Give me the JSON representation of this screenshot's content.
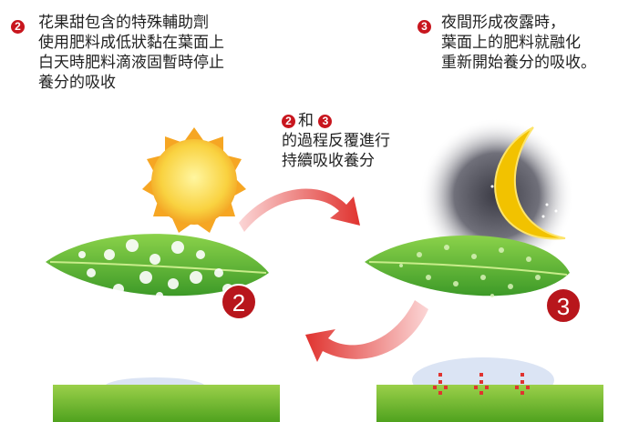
{
  "step2": {
    "badge": "2",
    "lines": [
      "花果甜包含的特殊輔助劑",
      "使用肥料成低狀黏在葉面上",
      "白天時肥料滴液固暫時停止",
      "養分的吸收"
    ]
  },
  "step3": {
    "badge": "3",
    "lines": [
      "夜間形成夜露時，",
      "葉面上的肥料就融化",
      "重新開始養分的吸收。"
    ]
  },
  "cycle": {
    "badge_a": "2",
    "joiner": "和",
    "badge_b": "3",
    "lines": [
      "的過程反覆進行",
      "持續吸收養分"
    ]
  },
  "leaf_badges": {
    "left": "2",
    "right": "3"
  },
  "colors": {
    "badge": "#c8161e",
    "leaf": "#5fb535",
    "ground": "#6ab82a",
    "arrow": "#e0332f",
    "sun": "#f7b62a",
    "moon": "#f2c200"
  }
}
